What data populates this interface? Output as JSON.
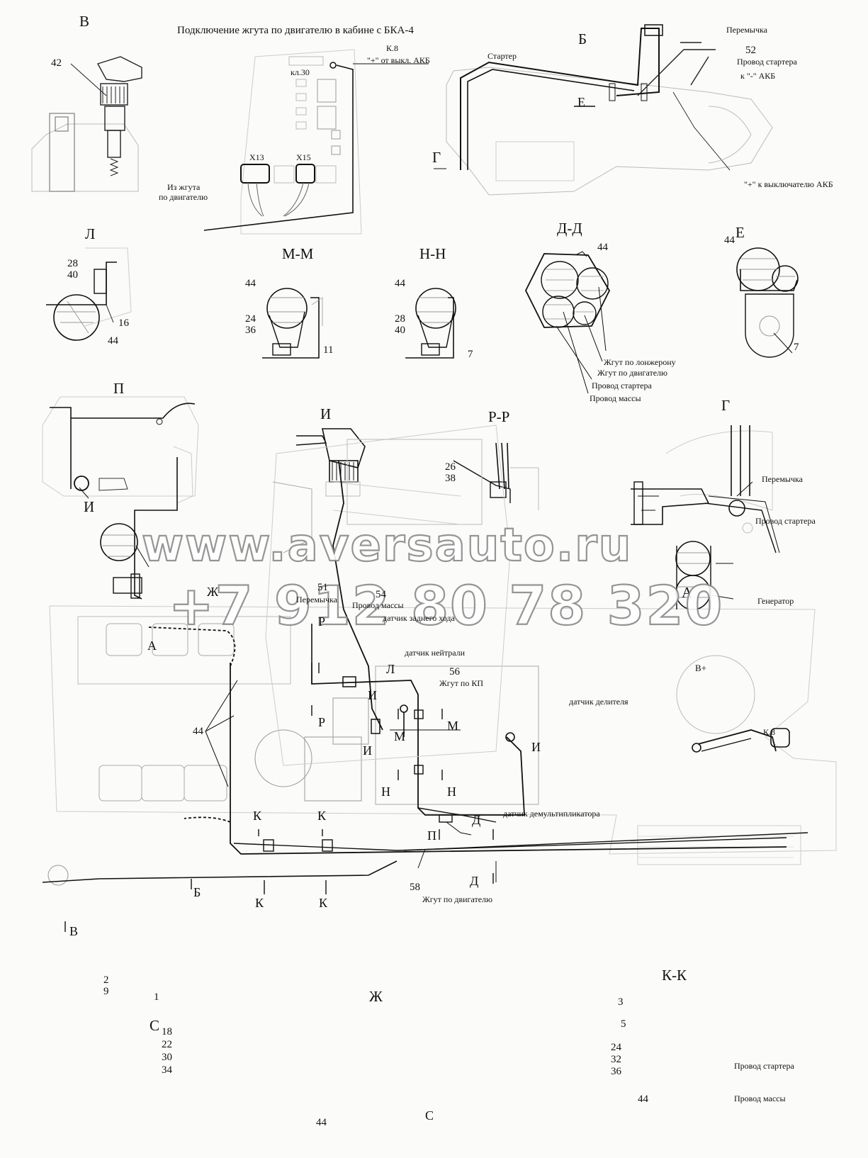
{
  "header_title": "Подключение жгута по двигателю в кабине с БКА-4",
  "watermark": {
    "url": "www.aversauto.ru",
    "phone": "+7 912 80 78 320"
  },
  "views": {
    "v": "В",
    "b": "Б",
    "l": "Л",
    "mm": "М-М",
    "nn": "Н-Н",
    "dd": "Д-Д",
    "e": "Е",
    "p": "П",
    "i": "И",
    "rr": "Р-Р",
    "g": "Г",
    "zh": "Ж",
    "a": "А",
    "s": "С",
    "kk": "К-К"
  },
  "callouts": {
    "kl30": "кл.30",
    "k8": "К.8",
    "plus_from_switch": "\"+\" от выкл. АКБ",
    "x13": "X13",
    "x15": "X15",
    "from_harness_1": "Из жгута",
    "from_harness_2": "по двигателю",
    "starter": "Стартер",
    "jumper": "Перемычка",
    "starter_wire": "Провод стартера",
    "to_minus": "к \"-\" АКБ",
    "to_plus_switch": "\"+\" к выключателю АКБ",
    "harness_spar": "Жгут по лонжерону",
    "harness_engine": "Жгут по двигателю",
    "ground_wire": "Провод массы",
    "generator": "Генератор",
    "reverse_sensor": "датчик заднего хода",
    "neutral_sensor": "датчик нейтрали",
    "harness_kp": "Жгут по КП",
    "divider_sensor": "датчик делителя",
    "demult_sensor": "датчик демультипликатора",
    "b_plus": "B+"
  },
  "numbers": {
    "n1": "1",
    "n2": "2",
    "n3": "3",
    "n5": "5",
    "n7": "7",
    "n9": "9",
    "n11": "11",
    "n16": "16",
    "n18": "18",
    "n22": "22",
    "n24": "24",
    "n26": "26",
    "n28": "28",
    "n30": "30",
    "n32": "32",
    "n34": "34",
    "n36": "36",
    "n38": "38",
    "n40": "40",
    "n42": "42",
    "n44": "44",
    "n51": "51",
    "n52": "52",
    "n54": "54",
    "n56": "56",
    "n58": "58"
  },
  "section_marks": {
    "k": "К",
    "m": "М",
    "n": "Н",
    "r": "Р",
    "l": "Л",
    "i": "И",
    "d": "Д",
    "p": "П",
    "b": "Б",
    "v": "В",
    "zh": "Ж",
    "a": "А",
    "e": "Е",
    "g": "Г",
    "s": "С"
  }
}
